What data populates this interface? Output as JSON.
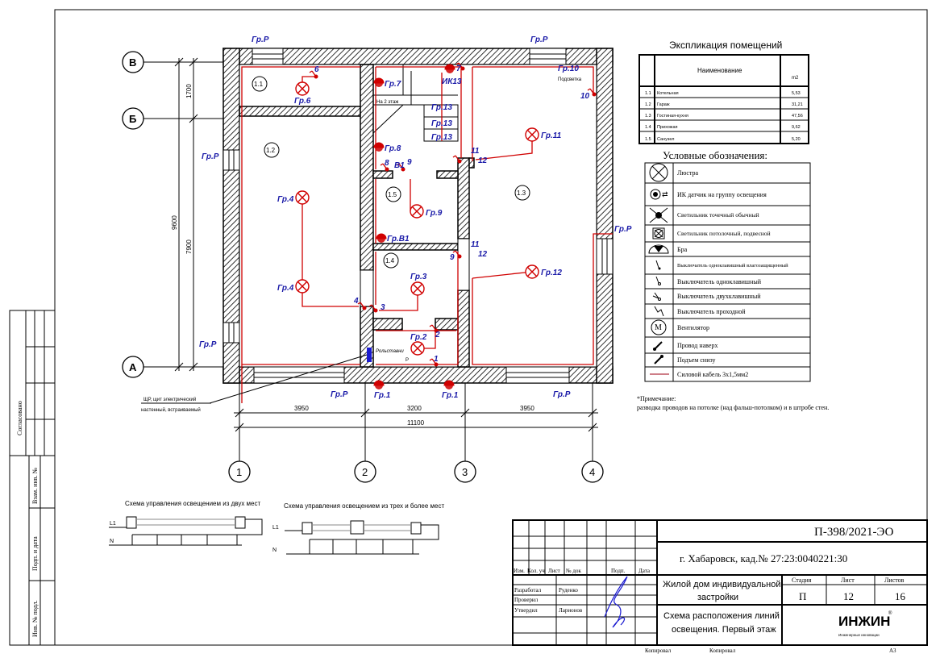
{
  "axes": {
    "rows": [
      "В",
      "Б",
      "А"
    ],
    "cols": [
      "1",
      "2",
      "3",
      "4"
    ]
  },
  "dimensions": {
    "v_total": "9600",
    "v_top": "1700",
    "v_bottom": "7900",
    "h1": "3950",
    "h2": "3200",
    "h3": "3950",
    "h_total": "11100"
  },
  "rooms": [
    "1.1",
    "1.2",
    "1.3",
    "1.4",
    "1.5"
  ],
  "groups": {
    "gr_p": "Гр.Р",
    "gr1": "Гр.1",
    "gr2": "Гр.2",
    "gr3": "Гр.3",
    "gr4": "Гр.4",
    "gr6": "Гр.6",
    "gr7": "Гр.7",
    "gr8": "Гр.8",
    "gr9": "Гр.9",
    "gr10": "Гр.10",
    "gr11": "Гр.11",
    "gr12": "Гр.12",
    "gr13": "Гр.13",
    "grb1": "Гр.В1",
    "ik13": "ИК13"
  },
  "plan_notes": {
    "stairs": "На 2 этаж",
    "backlight": "Подсветка",
    "shutters": "Рольставни",
    "panel_line1": "ЩР, щит электрический",
    "panel_line2": "настенный, встраиваемый",
    "b1": "В1",
    "p": "Р"
  },
  "switch_numbers": [
    "1",
    "2",
    "3",
    "4",
    "6",
    "7",
    "8",
    "9",
    "10",
    "11",
    "12"
  ],
  "explication": {
    "title": "Экспликация помещений",
    "header_name": "Наименование",
    "header_area": "m2",
    "rows": [
      {
        "num": "1.1",
        "name": "Котельная",
        "area": "5,53"
      },
      {
        "num": "1.2",
        "name": "Гараж",
        "area": "31,21"
      },
      {
        "num": "1.3",
        "name": "Гостиная-кухня",
        "area": "47,56"
      },
      {
        "num": "1.4",
        "name": "Прихожая",
        "area": "9,62"
      },
      {
        "num": "1.5",
        "name": "Санузел",
        "area": "5,20"
      }
    ]
  },
  "legend": {
    "title": "Условные обозначения:",
    "items": [
      {
        "icon": "chandelier-icon",
        "label": "Люстра"
      },
      {
        "icon": "ir-sensor-icon",
        "label": "ИК датчик на группу освещения"
      },
      {
        "icon": "spotlight-icon",
        "label": "Светильник точечный обычный"
      },
      {
        "icon": "ceiling-light-icon",
        "label": "Светильник потолочный, подвесной"
      },
      {
        "icon": "wall-lamp-icon",
        "label": "Бра"
      },
      {
        "icon": "waterproof-switch-icon",
        "label": "Выключатель одноклавишный влагозащищенный"
      },
      {
        "icon": "single-switch-icon",
        "label": "Выключатель одноклавишный"
      },
      {
        "icon": "double-switch-icon",
        "label": "Выключатель двухклавишный"
      },
      {
        "icon": "pass-switch-icon",
        "label": "Выключатель проходной"
      },
      {
        "icon": "fan-icon",
        "label": "Вентилятор"
      },
      {
        "icon": "wire-up-icon",
        "label": "Провод наверх"
      },
      {
        "icon": "wire-from-below-icon",
        "label": "Подъем снизу"
      },
      {
        "icon": "power-cable-icon",
        "label": "Силовой кабель 3x1,5мм2"
      }
    ],
    "fan_letter": "M"
  },
  "note": {
    "title": "*Примечание:",
    "text": "разводка проводов на потолке (над фальш-потолком) и в штробе стен."
  },
  "schemes": {
    "two_places": "Схема управления освещением из двух мест",
    "three_places": "Схема управления освещением из трех и более мест",
    "l1": "L1",
    "n": "N"
  },
  "side_stamp": {
    "agreed": "Согласовано",
    "replace_inv": "Взам. инв. №",
    "sign_date": "Подп. и дата",
    "inv_orig": "Инв. № подл."
  },
  "title_block": {
    "code": "П-398/2021-ЭО",
    "address": "г. Хабаровск, кад.№ 27:23:0040221:30",
    "object": "Жилой дом индивидуальной застройки",
    "sheet_title": "Схема расположения линий освещения. Первый этаж",
    "cols": {
      "izm": "Изм.",
      "kol": "Кол. уч",
      "list": "Лист",
      "ndok": "№ док",
      "podp": "Подп.",
      "data": "Дата"
    },
    "roles": [
      {
        "role": "Разработал",
        "name": "Руденко"
      },
      {
        "role": "Проверил",
        "name": ""
      },
      {
        "role": "Утвердил",
        "name": "Ларионов"
      }
    ],
    "stage_label": "Стадия",
    "sheet_label": "Лист",
    "sheets_label": "Листов",
    "stage": "П",
    "sheet": "12",
    "sheets": "16",
    "logo": "ИНЖИН",
    "logo_sub": "Инженерные инновации",
    "logo_color": "#1e8a3c",
    "copied1": "Копировал",
    "copied2": "Копировал",
    "format": "А3"
  }
}
